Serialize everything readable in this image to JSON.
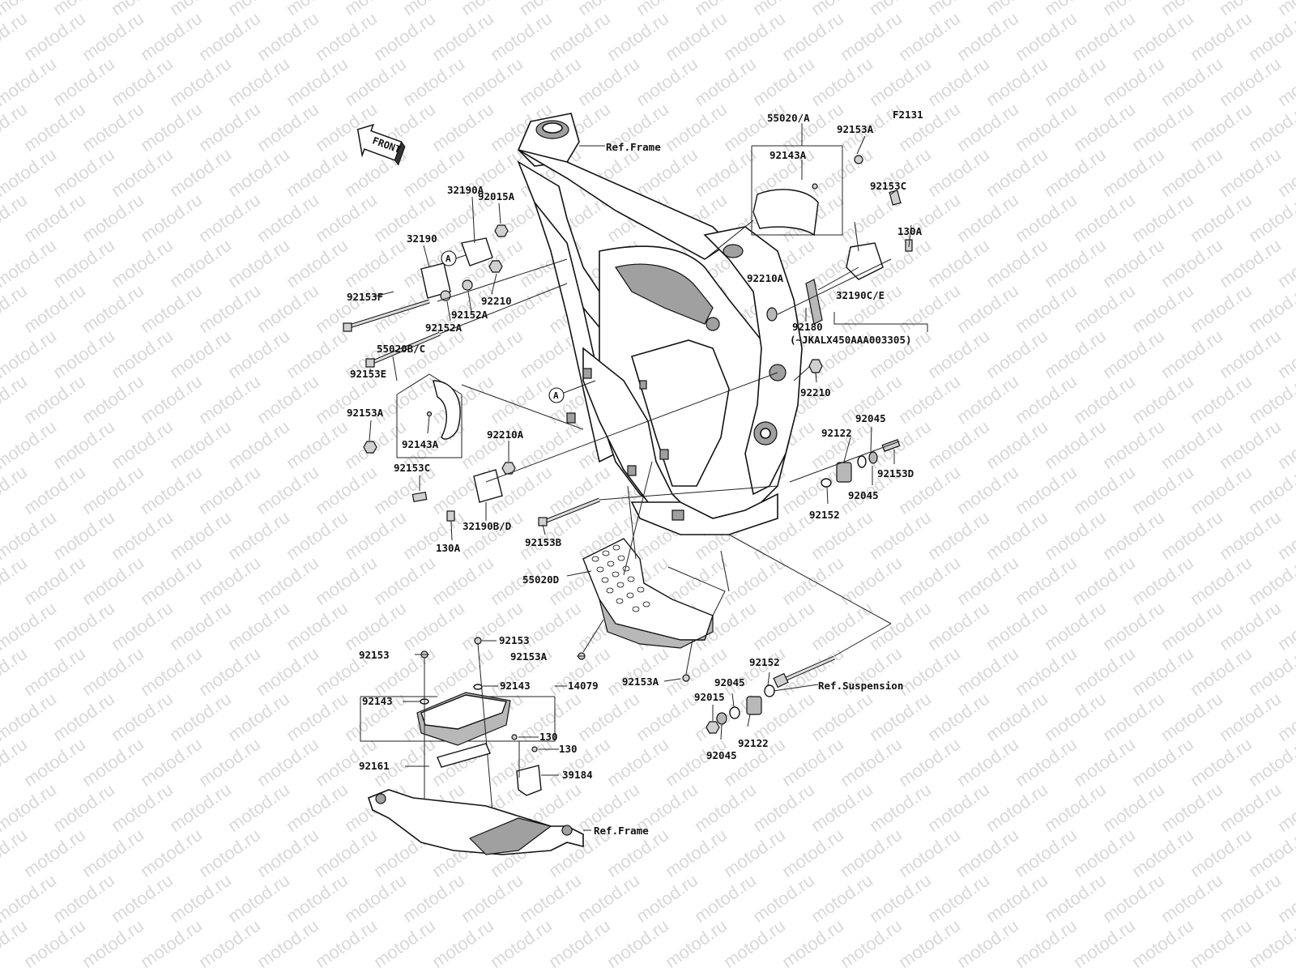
{
  "diagram_code": "F2131",
  "front_label": "FRONT",
  "watermark": "motod.ru",
  "callout_a": "A",
  "refs": {
    "frame_top": "Ref.Frame",
    "frame_bottom": "Ref.Frame",
    "suspension": "Ref.Suspension"
  },
  "serial_note": "(~JKALX450AAA003305)",
  "parts": {
    "p55020A": "55020/A",
    "p92153A_top": "92153A",
    "p92143A_top": "92143A",
    "p92153C_right": "92153C",
    "p130A_right": "130A",
    "p92210A_right": "92210A",
    "p32190CE": "32190C/E",
    "p92180": "92180",
    "p92210_right": "92210",
    "p92045_a": "92045",
    "p92122_right": "92122",
    "p92153D": "92153D",
    "p92045_b": "92045",
    "p92152_right": "92152",
    "p92015A": "92015A",
    "p32190A": "32190A",
    "p32190": "32190",
    "p92153F": "92153F",
    "p92210_left": "92210",
    "p92152A_a": "92152A",
    "p92152A_b": "92152A",
    "p92153E": "92153E",
    "p55020BC": "55020B/C",
    "p92153A_left": "92153A",
    "p92143A_left": "92143A",
    "p92210A_left": "92210A",
    "p92153C_left": "92153C",
    "p32190BD": "32190B/D",
    "p130A_left": "130A",
    "p92153B": "92153B",
    "p55020D": "55020D",
    "p92153_a": "92153",
    "p92153_b": "92153",
    "p92153A_mid": "92153A",
    "p92143_a": "92143",
    "p14079": "14079",
    "p92143_b": "92143",
    "p92153A_low": "92153A",
    "p130_a": "130",
    "p130_b": "130",
    "p92161": "92161",
    "p39184": "39184",
    "p92152_low": "92152",
    "p92045_c": "92045",
    "p92015": "92015",
    "p92122_low": "92122",
    "p92045_d": "92045"
  }
}
